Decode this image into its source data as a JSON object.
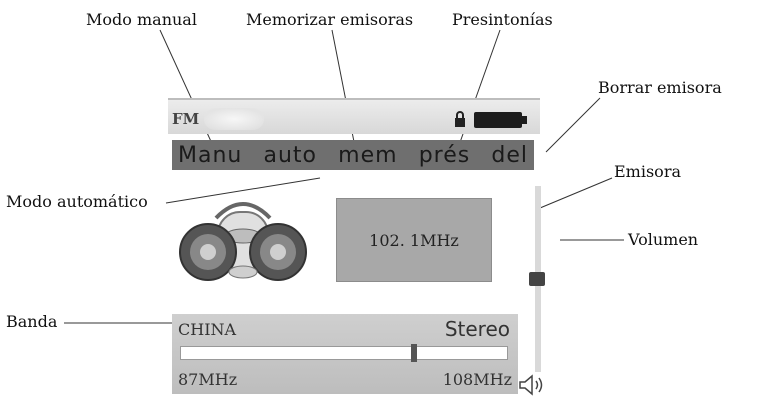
{
  "callouts": {
    "modo_manual": "Modo manual",
    "memorizar": "Memorizar emisoras",
    "presintonias": "Presintonías",
    "borrar": "Borrar emisora",
    "modo_automatico": "Modo automático",
    "emisora": "Emisora",
    "volumen": "Volumen",
    "banda": "Banda"
  },
  "screen": {
    "mode_label": "FM",
    "menu": [
      "Manu",
      "auto",
      "mem",
      "prés",
      "del"
    ],
    "frequency": "102. 1MHz",
    "band_name": "CHINA",
    "audio_mode": "Stereo",
    "band_min": "87MHz",
    "band_max": "108MHz",
    "tuning_position_fraction": 0.72,
    "volume_fraction": 0.5
  },
  "icons": {
    "lock": "lock-icon",
    "battery": "battery-icon",
    "radio": "boombox-icon",
    "speaker": "speaker-icon"
  }
}
